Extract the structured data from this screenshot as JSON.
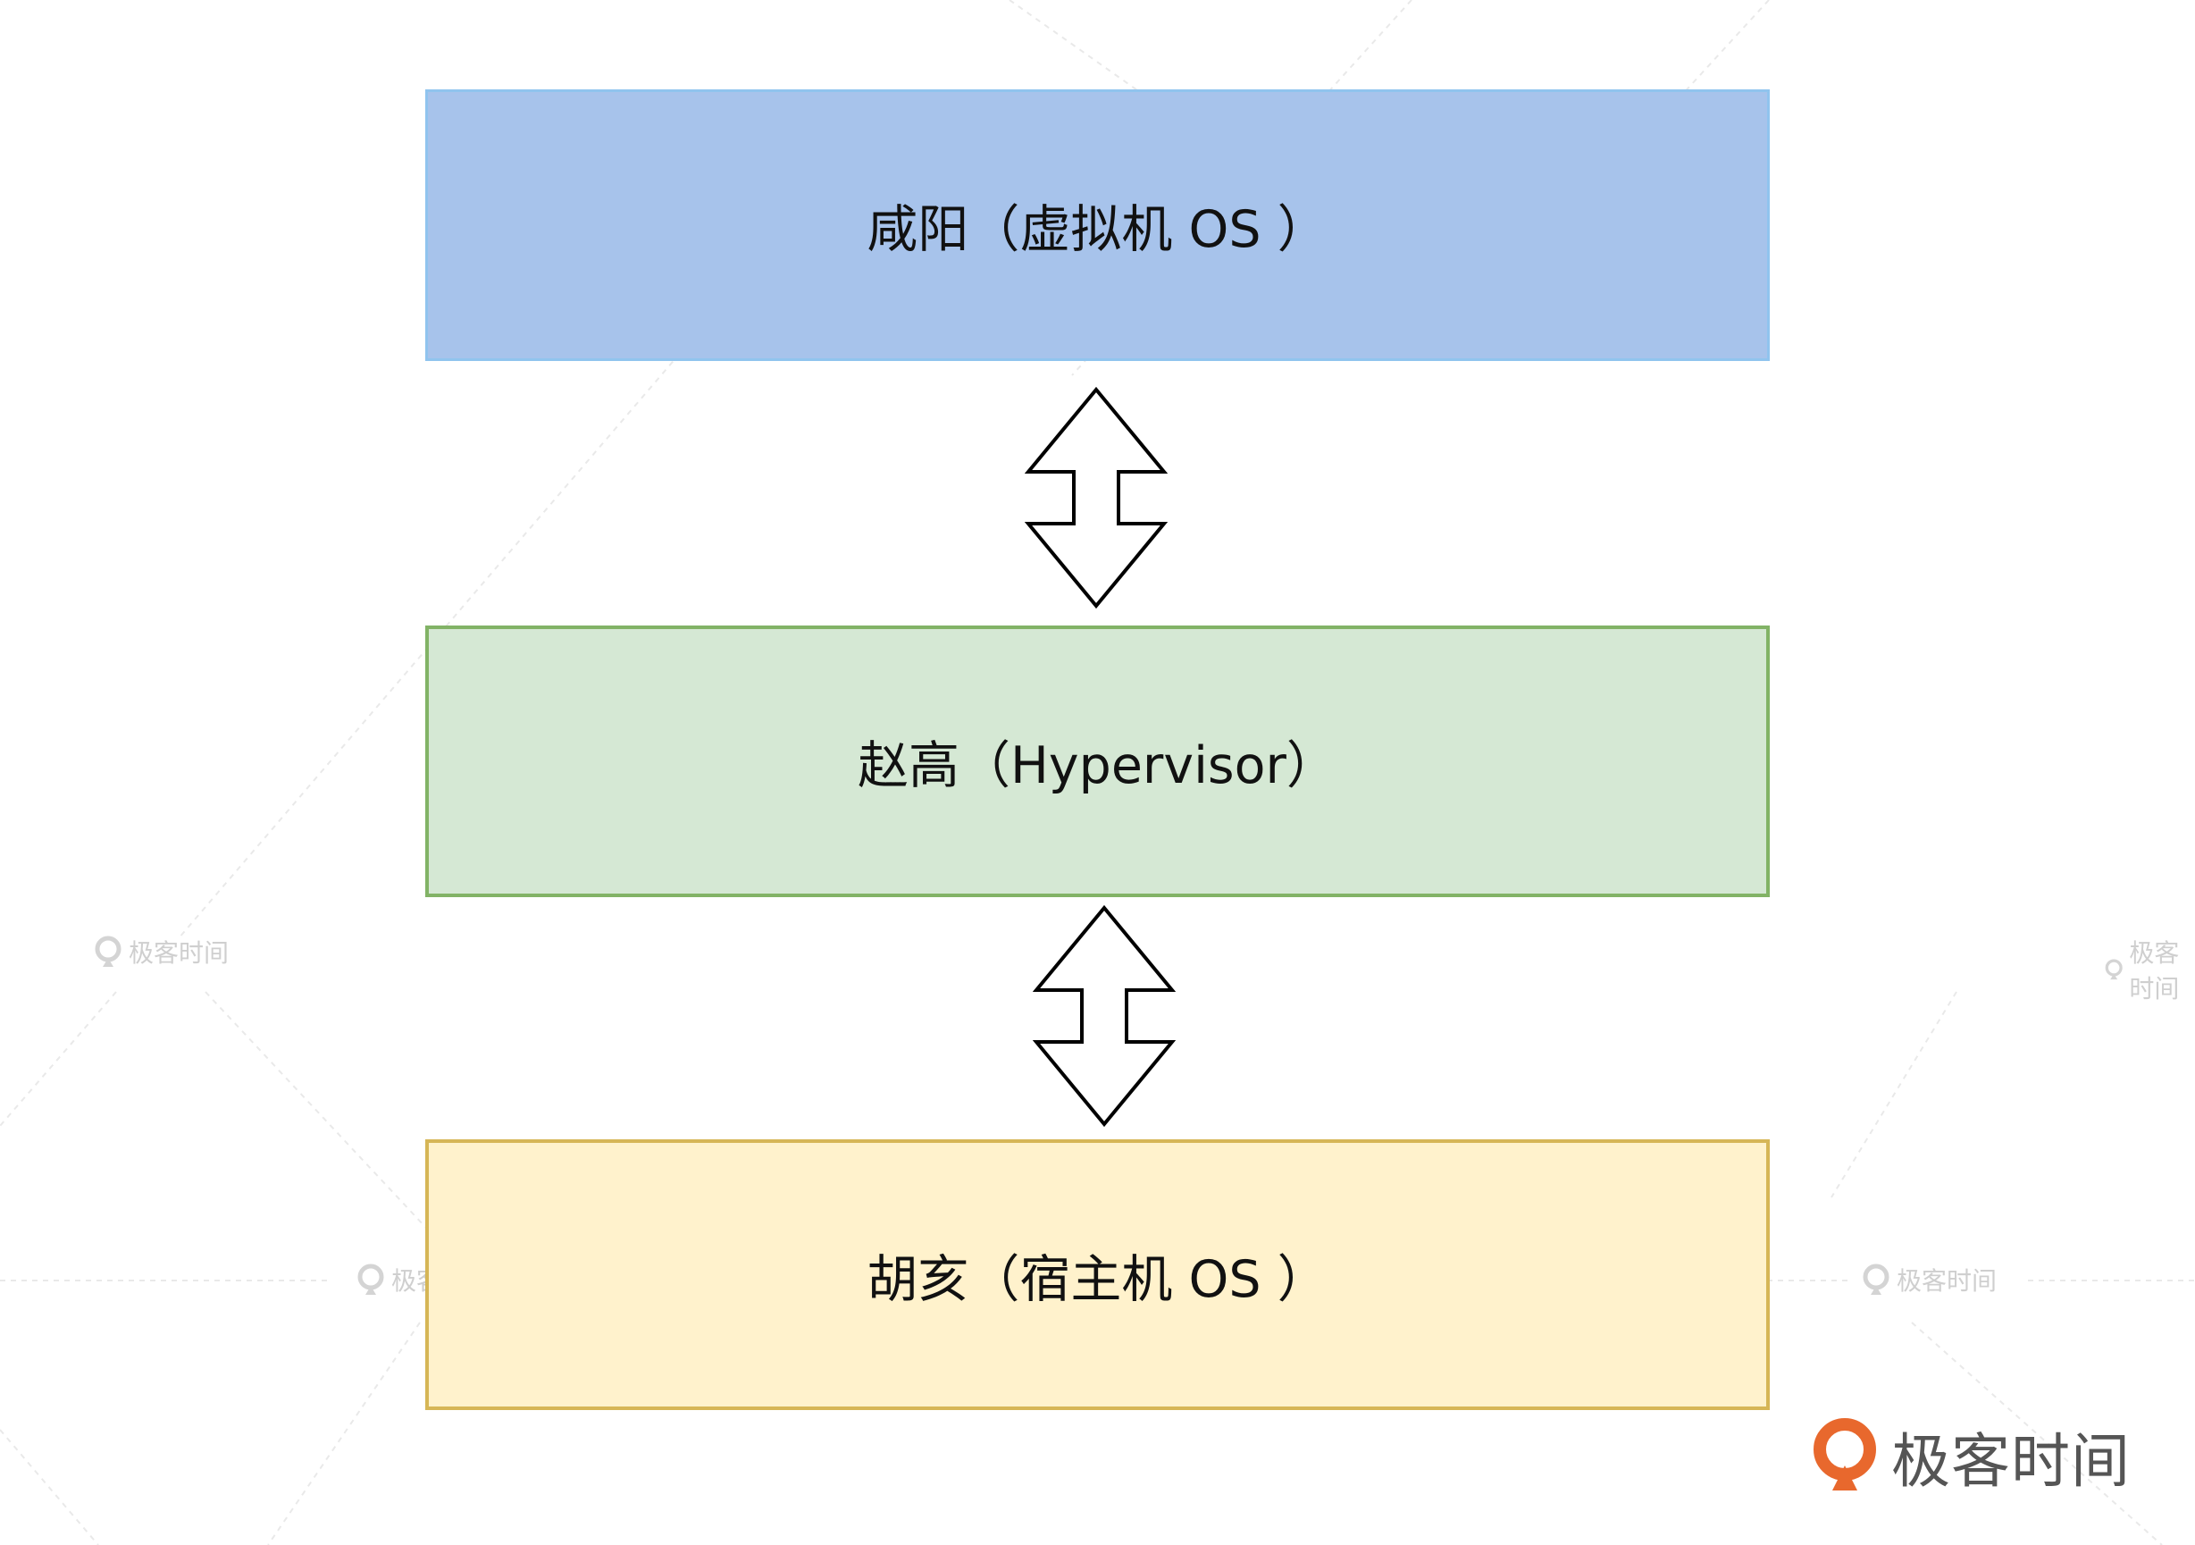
{
  "boxes": {
    "top": {
      "label": "咸阳（虚拟机 OS ）",
      "fill": "#a7c3eb",
      "border": "#90c4ee"
    },
    "middle": {
      "label": "赵高（Hypervisor）",
      "fill": "#d5e8d4",
      "border": "#82b366"
    },
    "bottom": {
      "label": "胡亥（宿主机 OS ）",
      "fill": "#fff2cc",
      "border": "#d6b656"
    }
  },
  "arrows": [
    {
      "from": "top",
      "to": "middle",
      "icon": "double-arrow-icon"
    },
    {
      "from": "middle",
      "to": "bottom",
      "icon": "double-arrow-icon"
    }
  ],
  "brand": {
    "name": "极客时间",
    "logo_color": "#e8682d"
  },
  "watermark": {
    "text": "极客时间"
  }
}
